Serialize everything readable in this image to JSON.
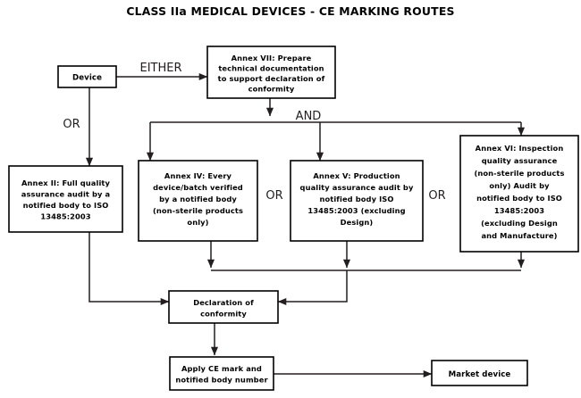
{
  "document": {
    "title": "CLASS IIa MEDICAL DEVICES - CE MARKING ROUTES",
    "type": "flowchart",
    "colors": {
      "background": "#ffffff",
      "box_fill": "#ffffff",
      "box_stroke": "#000000",
      "line": "#231f20",
      "text": "#000000"
    }
  },
  "nodes": {
    "device": {
      "id": "device",
      "lines": [
        "Device"
      ]
    },
    "annex7": {
      "id": "annex7",
      "lines": [
        "Annex VII: Prepare",
        "technical documentation",
        "to support declaration of",
        "conformity"
      ]
    },
    "annex2": {
      "id": "annex2",
      "lines": [
        "Annex II: Full quality",
        "assurance audit by a",
        "notified body to ISO",
        "13485:2003"
      ]
    },
    "annex4": {
      "id": "annex4",
      "lines": [
        "Annex IV: Every",
        "device/batch verified",
        "by a notified body",
        "(non-sterile products",
        "only)"
      ]
    },
    "annex5": {
      "id": "annex5",
      "lines": [
        "Annex V: Production",
        "quality assurance audit by",
        "notified body ISO",
        "13485:2003 (excluding",
        "Design)"
      ]
    },
    "annex6": {
      "id": "annex6",
      "lines": [
        "Annex VI: Inspection",
        "quality assurance",
        "(non-sterile products",
        "only) Audit by",
        "notified body to ISO",
        "13485:2003",
        "(excluding Design",
        "and Manufacture)"
      ]
    },
    "declaration": {
      "id": "declaration",
      "lines": [
        "Declaration of",
        "conformity"
      ]
    },
    "ce_mark": {
      "id": "ce_mark",
      "lines": [
        "Apply CE mark and",
        "notified body number"
      ]
    },
    "market": {
      "id": "market",
      "lines": [
        "Market device"
      ]
    }
  },
  "connector_labels": {
    "either": "EITHER",
    "or_device": "OR",
    "and": "AND",
    "or_4_5": "OR",
    "or_5_6": "OR"
  }
}
